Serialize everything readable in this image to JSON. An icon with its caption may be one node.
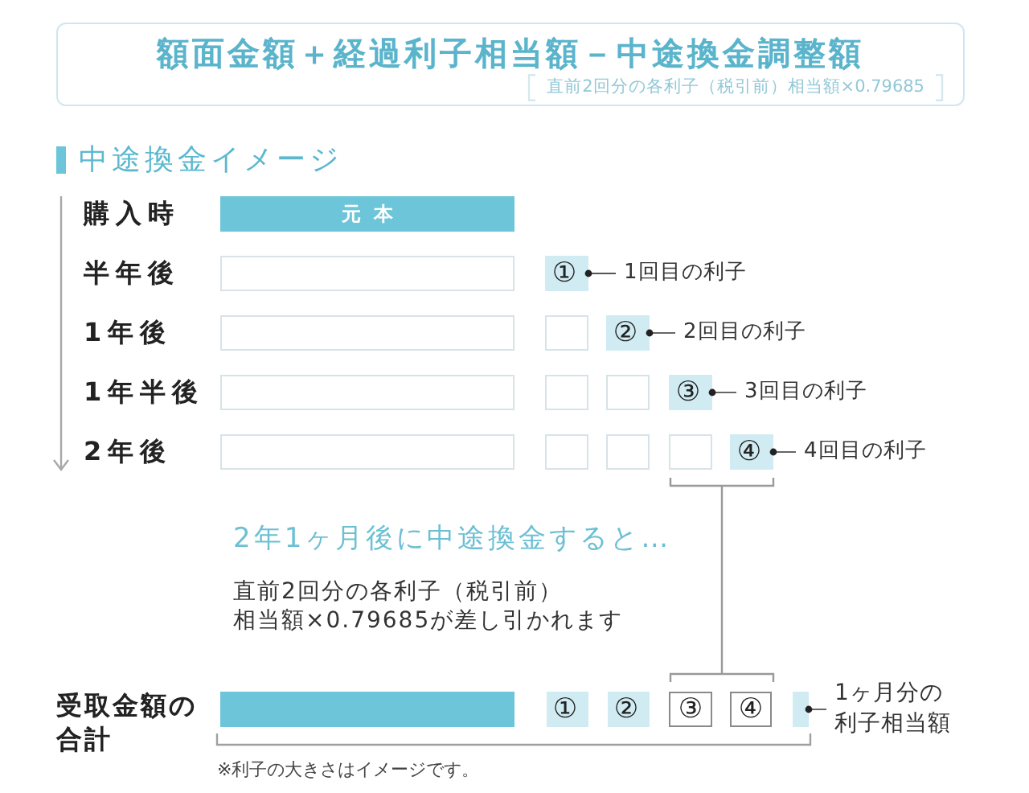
{
  "diagram": {
    "title": "中途換金イメージ",
    "nodes": [
      {
        "text": [
          "額面金額＋経過利子相当額－中途換金調整額",
          "直前2回分の各利子（税引前）相当額×0.79685"
        ]
      },
      {
        "text": [
          "元本"
        ]
      },
      {
        "text": [],
        "shape": "box"
      },
      {
        "text": [
          "①"
        ]
      },
      {
        "text": [
          "1回目の利子"
        ]
      },
      {
        "text": [],
        "shape": "box"
      },
      {
        "text": [],
        "shape": "box"
      },
      {
        "text": [
          "②"
        ]
      },
      {
        "text": [
          "2回目の利子"
        ]
      },
      {
        "text": [],
        "shape": "box"
      },
      {
        "text": [],
        "shape": "box"
      },
      {
        "text": [],
        "shape": "box"
      },
      {
        "text": [
          "③"
        ]
      },
      {
        "text": [
          "3回目の利子"
        ]
      },
      {
        "text": [],
        "shape": "box"
      },
      {
        "text": [],
        "shape": "box"
      },
      {
        "text": [],
        "shape": "box"
      },
      {
        "text": [],
        "shape": "box"
      },
      {
        "text": [
          "④"
        ]
      },
      {
        "text": [
          "4回目の利子"
        ]
      },
      {
        "text": [],
        "shape": "box"
      },
      {
        "text": [
          "①"
        ]
      },
      {
        "text": [
          "②"
        ]
      },
      {
        "text": [
          "③"
        ]
      },
      {
        "text": [
          "④"
        ]
      },
      {
        "text": [],
        "shape": "box"
      },
      {
        "text": [
          "1ヶ月分の利子相当額"
        ]
      }
    ],
    "edges": [
      {
        "from": 4,
        "to": 3,
        "arrow": "other"
      },
      {
        "from": 8,
        "to": 7,
        "arrow": "other"
      },
      {
        "from": 13,
        "to": 12,
        "arrow": "other"
      },
      {
        "from": 19,
        "to": 18,
        "arrow": "other"
      },
      {
        "from": 26,
        "to": 25,
        "arrow": "other"
      }
    ],
    "labels": [
      "購入時",
      "半年後",
      "1年後",
      "1年半後",
      "2年後",
      "2年1ヶ月後に中途換金すると…",
      "直前2回分の各利子（税引前）",
      "相当額×0.79685が差し引かれます",
      "受取金額の合計",
      "※利子の大きさはイメージです。"
    ]
  }
}
